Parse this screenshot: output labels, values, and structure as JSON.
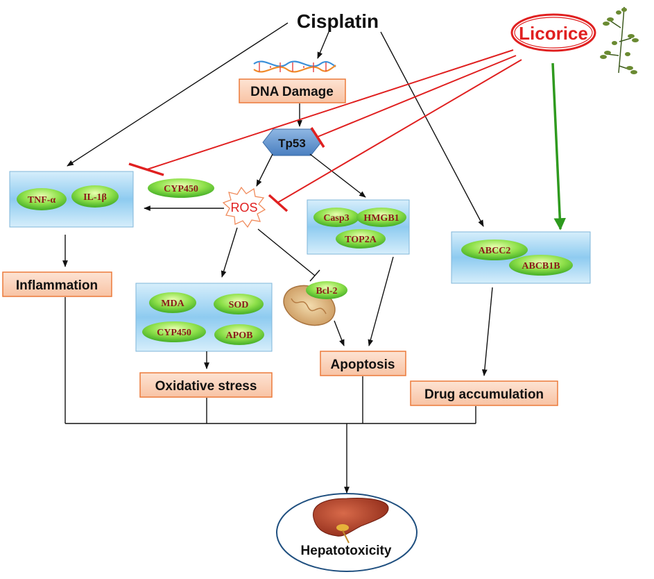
{
  "title": "Cisplatin",
  "licorice": "Licorice",
  "nodes": {
    "dna_damage": "DNA Damage",
    "tp53": "Tp53",
    "ros": "ROS",
    "inflammation": "Inflammation",
    "oxidative_stress": "Oxidative stress",
    "apoptosis": "Apoptosis",
    "drug_accumulation": "Drug accumulation",
    "hepatotoxicity": "Hepatotoxicity"
  },
  "markers": {
    "tnf": "TNF-α",
    "il1b": "IL-1β",
    "cyp450_free": "CYP450",
    "casp3": "Casp3",
    "hmgb1": "HMGB1",
    "top2a": "TOP2A",
    "abcc2": "ABCC2",
    "abcb1b": "ABCB1B",
    "mda": "MDA",
    "sod": "SOD",
    "cyp450": "CYP450",
    "apob": "APOB",
    "bcl2": "Bcl-2"
  },
  "colors": {
    "inhibit": "#e02020",
    "promote_licorice": "#2e9a1e",
    "arrow": "#111111",
    "box_fill": "#f9cfb4",
    "box_border": "#ec7a3a",
    "panel": "#9ed0f0",
    "oval": "#7be05a",
    "tp53": "#5b8fc9"
  }
}
